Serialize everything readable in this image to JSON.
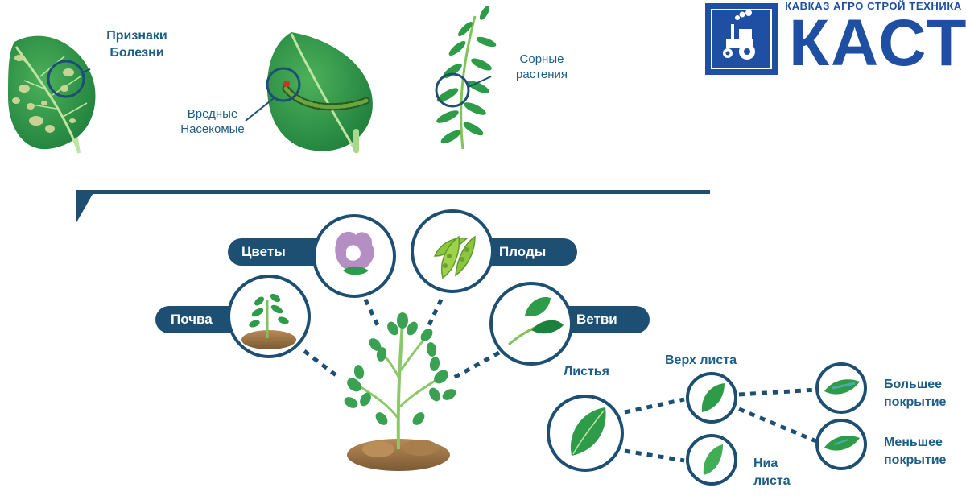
{
  "logo": {
    "subtitle": "КАВКАЗ АГРО СТРОЙ ТЕХНИКА",
    "name": "КАСТ",
    "color": "#1e4fa3"
  },
  "top_row": {
    "disease_label": "Признаки\nБолезни",
    "pests_label": "Вредные\nНасекомые",
    "weeds_label": "Сорные\nрастения"
  },
  "plant_parts": {
    "flowers": "Цветы",
    "fruits": "Плоды",
    "soil": "Почва",
    "branches": "Ветви"
  },
  "leaves": {
    "title": "Листья",
    "upper": "Верх листа",
    "lower": "Ниа\nлиста",
    "more_coverage": "Большее\nпокрытие",
    "less_coverage": "Меньшее\nпокрытие"
  },
  "colors": {
    "navy": "#1d4f73",
    "leaf_green": "#2e9b48",
    "light_green": "#7fc35b",
    "soil": "#a17a4a",
    "circle_border": "#1d5e86"
  }
}
